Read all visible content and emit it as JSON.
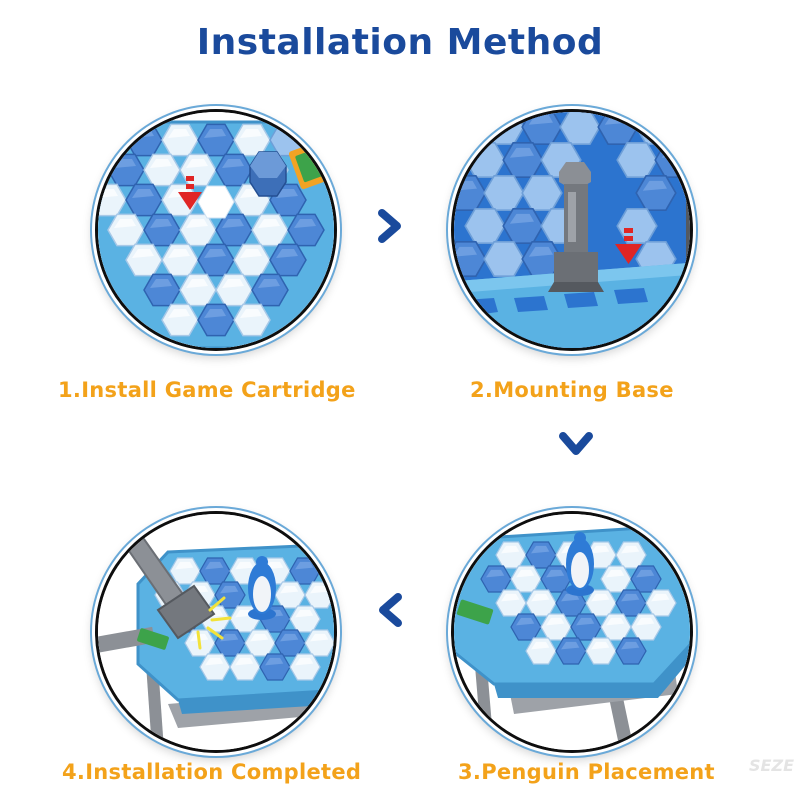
{
  "title": "Installation Method",
  "watermark": "SEZE",
  "steps": [
    {
      "label": "1.Install Game Cartridge"
    },
    {
      "label": "2.Mounting Base"
    },
    {
      "label": "3.Penguin Placement"
    },
    {
      "label": "4.Installation Completed"
    }
  ],
  "colors": {
    "title": "#1a4a9c",
    "label": "#f3a21a",
    "arrow": "#1a4a9c",
    "ice_light": "#e8f3fb",
    "ice_blue": "#4d87d6",
    "tray": "#5ab2e3",
    "hint_arrow": "#e02525"
  },
  "icons": {
    "flow_arrows": [
      "chevron-right-icon",
      "chevron-down-icon",
      "chevron-left-icon"
    ],
    "hint_arrows": [
      "red-down-arrow-icon"
    ]
  }
}
